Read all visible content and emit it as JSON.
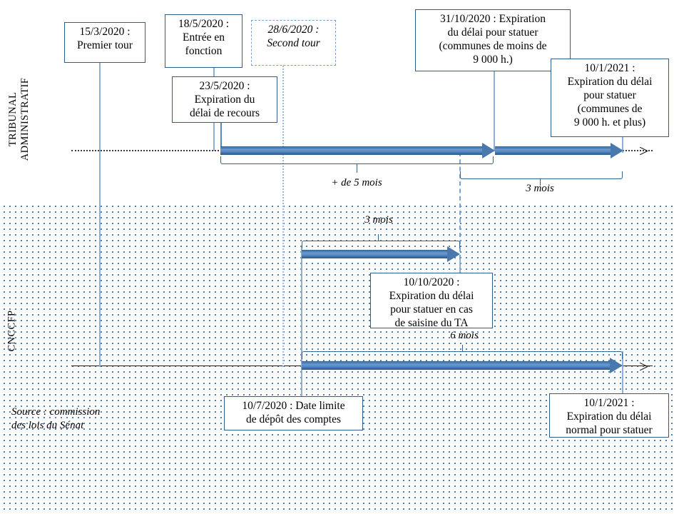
{
  "figure": {
    "source_note_line1": "Source : commission",
    "source_note_line2": "des lois du Sénat"
  },
  "lanes": [
    {
      "id": "tribunal",
      "label_line1": "TRIBUNAL",
      "label_line2": "ADMINISTRATIF"
    },
    {
      "id": "cnccfp",
      "label_line1": "CNCCFP",
      "label_line2": ""
    }
  ],
  "boxes": {
    "premier_tour": {
      "line1": "15/3/2020 :",
      "line2": "Premier tour"
    },
    "entree_en_fonction": {
      "line1": "18/5/2020 :",
      "line2": "Entrée en",
      "line3": "fonction"
    },
    "second_tour": {
      "line1": "28/6/2020 :",
      "line2": "Second tour"
    },
    "expiration_recours": {
      "line1": "23/5/2020 :",
      "line2": "Expiration du",
      "line3": "délai de recours"
    },
    "expiration_moins_9000": {
      "line1": "31/10/2020 : Expiration",
      "line2": "du délai pour statuer",
      "line3": "(communes de moins de",
      "line4": "9 000 h.)"
    },
    "expiration_plus_9000": {
      "line1": "10/1/2021 :",
      "line2": "Expiration du délai",
      "line3": "pour statuer",
      "line4": "(communes de",
      "line5": "9 000 h. et plus)"
    },
    "expiration_saisine_ta": {
      "line1": "10/10/2020 :",
      "line2": "Expiration du délai",
      "line3": "pour statuer en cas",
      "line4": "de saisine du TA"
    },
    "date_limite_comptes": {
      "line1": "10/7/2020 : Date limite",
      "line2": "de dépôt des comptes"
    },
    "expiration_normal": {
      "line1": "10/1/2021 :",
      "line2": "Expiration du délai",
      "line3": "normal pour statuer"
    }
  },
  "durations": {
    "plus_de_5_mois": "+ de 5 mois",
    "trois_mois_ta": "3 mois",
    "trois_mois_cnccfp": "3 mois",
    "six_mois": "6 mois"
  },
  "colors": {
    "arrow_blue": "#4a7ebb",
    "border_blue": "#2e5e8e",
    "dot_blue": "#1f5496",
    "leader_blue": "#8fb0d3",
    "axis_black": "#1a1a1a"
  },
  "chart_data": {
    "type": "timeline",
    "title": "Calendrier du contentieux électoral et du contrôle des comptes de campagne",
    "lanes": [
      "TRIBUNAL ADMINISTRATIF",
      "CNCCFP"
    ],
    "events": [
      {
        "date": "15/3/2020",
        "label": "Premier tour",
        "lane": "both"
      },
      {
        "date": "18/5/2020",
        "label": "Entrée en fonction",
        "lane": "TRIBUNAL ADMINISTRATIF"
      },
      {
        "date": "23/5/2020",
        "label": "Expiration du délai de recours",
        "lane": "TRIBUNAL ADMINISTRATIF"
      },
      {
        "date": "28/6/2020",
        "label": "Second tour",
        "lane": "both"
      },
      {
        "date": "10/7/2020",
        "label": "Date limite de dépôt des comptes",
        "lane": "CNCCFP"
      },
      {
        "date": "10/10/2020",
        "label": "Expiration du délai pour statuer en cas de saisine du TA",
        "lane": "CNCCFP"
      },
      {
        "date": "31/10/2020",
        "label": "Expiration du délai pour statuer (communes de moins de 9 000 h.)",
        "lane": "TRIBUNAL ADMINISTRATIF"
      },
      {
        "date": "10/1/2021",
        "label": "Expiration du délai pour statuer (communes de 9 000 h. et plus)",
        "lane": "TRIBUNAL ADMINISTRATIF"
      },
      {
        "date": "10/1/2021",
        "label": "Expiration du délai normal pour statuer",
        "lane": "CNCCFP"
      }
    ],
    "durations": [
      {
        "label": "+ de 5 mois",
        "from": "23/5/2020",
        "to": "31/10/2020",
        "lane": "TRIBUNAL ADMINISTRATIF"
      },
      {
        "label": "3 mois",
        "from": "31/10/2020",
        "to": "10/1/2021",
        "lane": "TRIBUNAL ADMINISTRATIF"
      },
      {
        "label": "3 mois",
        "from": "10/7/2020",
        "to": "10/10/2020",
        "lane": "CNCCFP"
      },
      {
        "label": "6 mois",
        "from": "10/7/2020",
        "to": "10/1/2021",
        "lane": "CNCCFP"
      }
    ]
  }
}
